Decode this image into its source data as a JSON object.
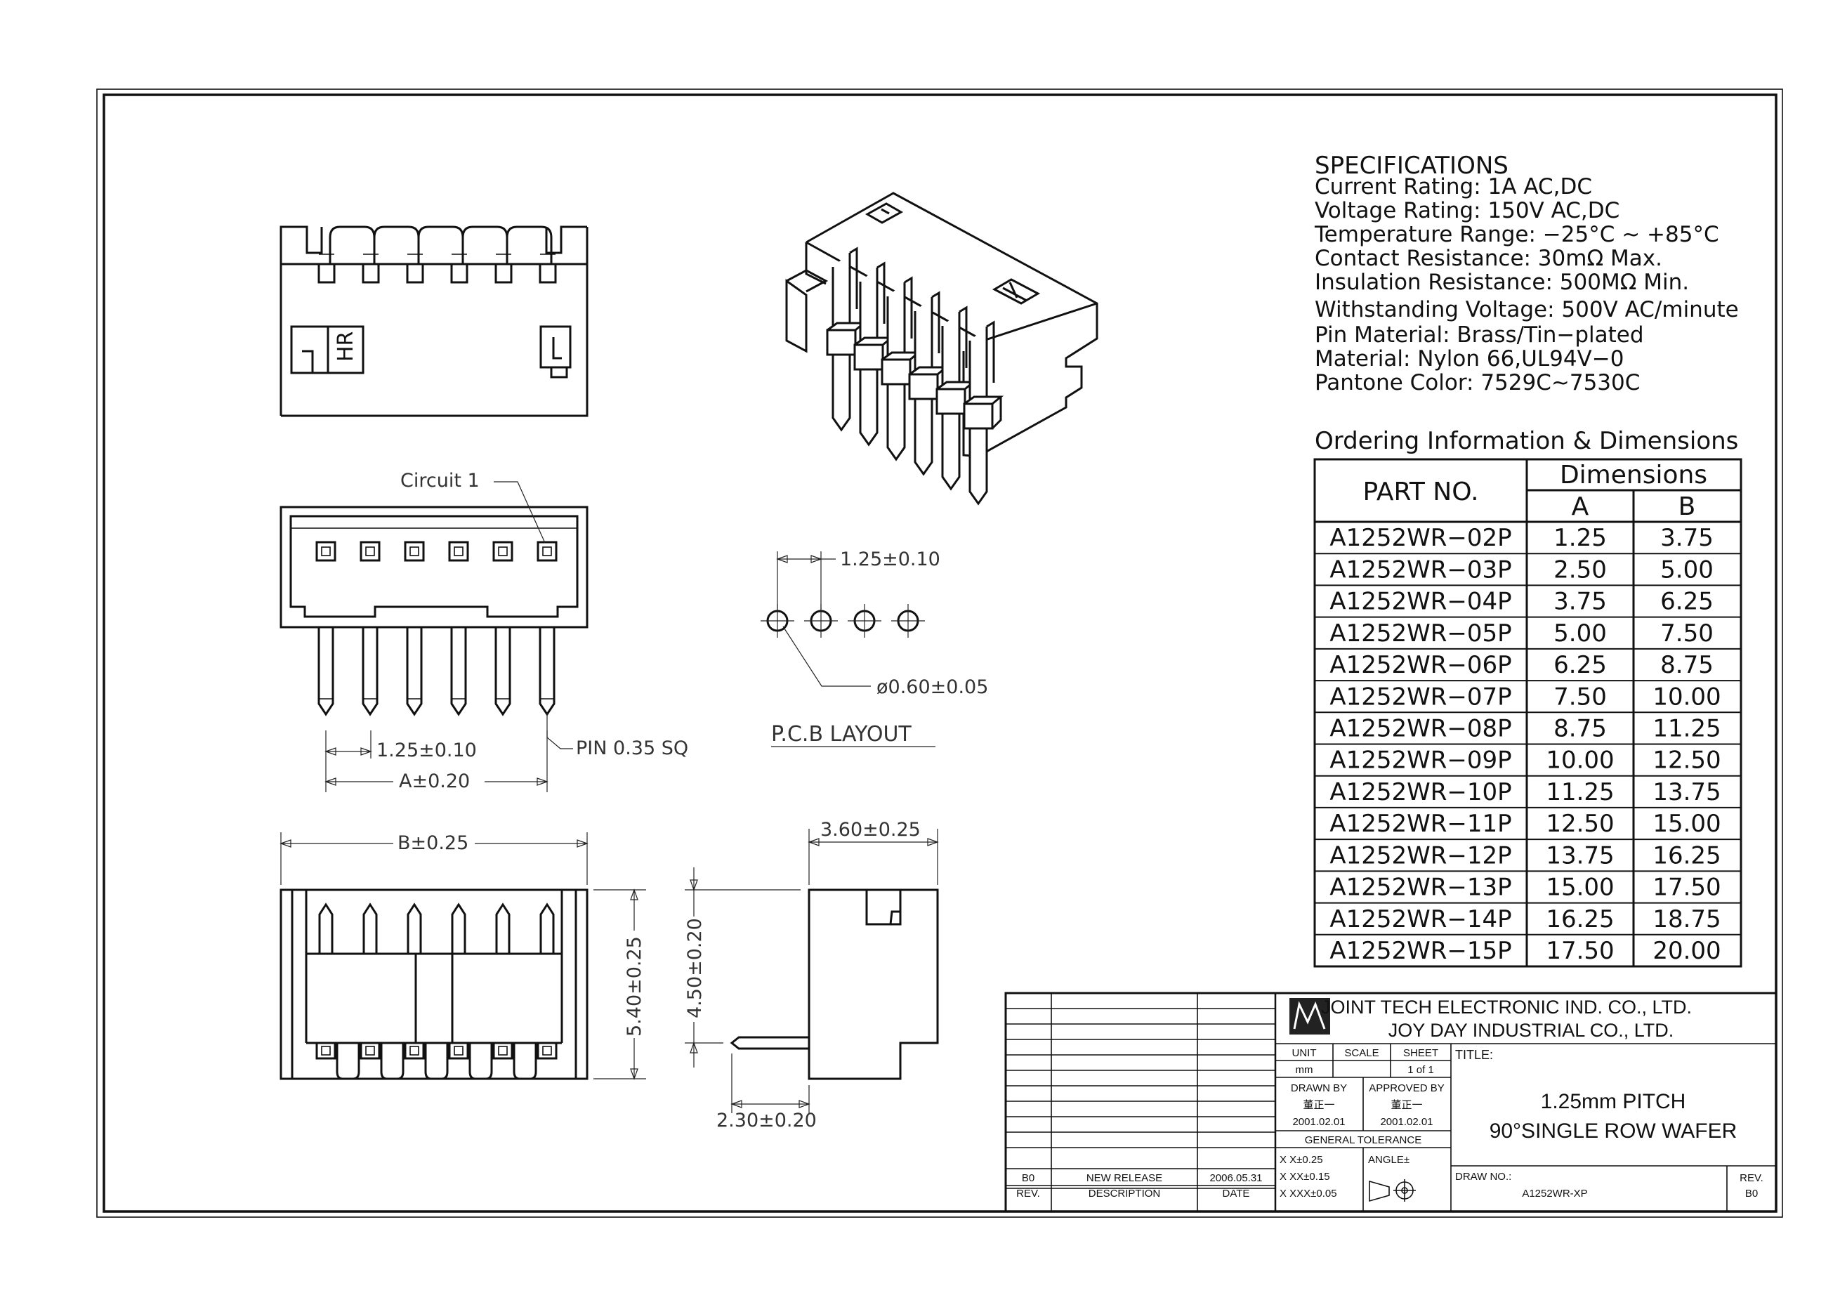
{
  "specifications": {
    "heading": "SPECIFICATIONS",
    "lines": [
      "Current  Rating:  1A  AC,DC",
      "Voltage  Rating:  150V  AC,DC",
      "Temperature  Range:  −25°C  ~  +85°C",
      "Contact  Resistance:  30mΩ  Max.",
      "Insulation  Resistance:  500MΩ  Min.",
      "Withstanding  Voltage:  500V  AC/minute",
      "Pin  Material:  Brass/Tin−plated",
      "Material:  Nylon  66,UL94V−0",
      "Pantone  Color:  7529C~7530C"
    ]
  },
  "ordering": {
    "heading": "Ordering  Information  &  Dimensions",
    "part_header": "PART  NO.",
    "dim_header": "Dimensions",
    "col_a": "A",
    "col_b": "B",
    "rows": [
      [
        "A1252WR−02P",
        "1.25",
        "3.75"
      ],
      [
        "A1252WR−03P",
        "2.50",
        "5.00"
      ],
      [
        "A1252WR−04P",
        "3.75",
        "6.25"
      ],
      [
        "A1252WR−05P",
        "5.00",
        "7.50"
      ],
      [
        "A1252WR−06P",
        "6.25",
        "8.75"
      ],
      [
        "A1252WR−07P",
        "7.50",
        "10.00"
      ],
      [
        "A1252WR−08P",
        "8.75",
        "11.25"
      ],
      [
        "A1252WR−09P",
        "10.00",
        "12.50"
      ],
      [
        "A1252WR−10P",
        "11.25",
        "13.75"
      ],
      [
        "A1252WR−11P",
        "12.50",
        "15.00"
      ],
      [
        "A1252WR−12P",
        "13.75",
        "16.25"
      ],
      [
        "A1252WR−13P",
        "15.00",
        "17.50"
      ],
      [
        "A1252WR−14P",
        "16.25",
        "18.75"
      ],
      [
        "A1252WR−15P",
        "17.50",
        "20.00"
      ]
    ]
  },
  "drawing_labels": {
    "circuit_1": "Circuit  1",
    "pitch_front": "1.25±0.10",
    "pin_size": "PIN  0.35  SQ",
    "dim_a": "A±0.20",
    "dim_b": "B±0.25",
    "height_total": "5.40±0.25",
    "pcb_pitch": "1.25±0.10",
    "pcb_hole": "ø0.60±0.05",
    "pcb_layout": "P.C.B  LAYOUT",
    "side_depth": "3.60±0.25",
    "side_height": "4.50±0.20",
    "side_tail": "2.30±0.20",
    "hr_mark": "HR"
  },
  "title_block": {
    "company_1": "JOINT TECH ELECTRONIC IND. CO., LTD.",
    "company_2": "JOY DAY INDUSTRIAL CO., LTD.",
    "unit_label": "UNIT",
    "unit_value": "mm",
    "scale_label": "SCALE",
    "sheet_label": "SHEET",
    "sheet_value": "1 of 1",
    "title_label": "TITLE:",
    "title_line_1": "1.25mm PITCH",
    "title_line_2": "90°SINGLE ROW WAFER",
    "drawn_by_label": "DRAWN BY",
    "drawn_by_name": "董正一",
    "drawn_date": "2001.02.01",
    "approved_by_label": "APPROVED BY",
    "approved_by_name": "董正一",
    "approved_date": "2001.02.01",
    "general_tolerance": "GENERAL TOLERANCE",
    "tol_1": "X X±0.25",
    "tol_2": "X XX±0.15",
    "tol_3": "X XXX±0.05",
    "angle_label": "ANGLE±",
    "drawing_no_label": "DRAW NO.:",
    "drawing_no": "A1252WR-XP",
    "rev_label": "REV.",
    "rev_value": "B0",
    "rev_col": "REV.",
    "desc_col": "DESCRIPTION",
    "date_col": "DATE",
    "rev_entry": "B0",
    "desc_entry": "NEW RELEASE",
    "date_entry": "2006.05.31"
  }
}
